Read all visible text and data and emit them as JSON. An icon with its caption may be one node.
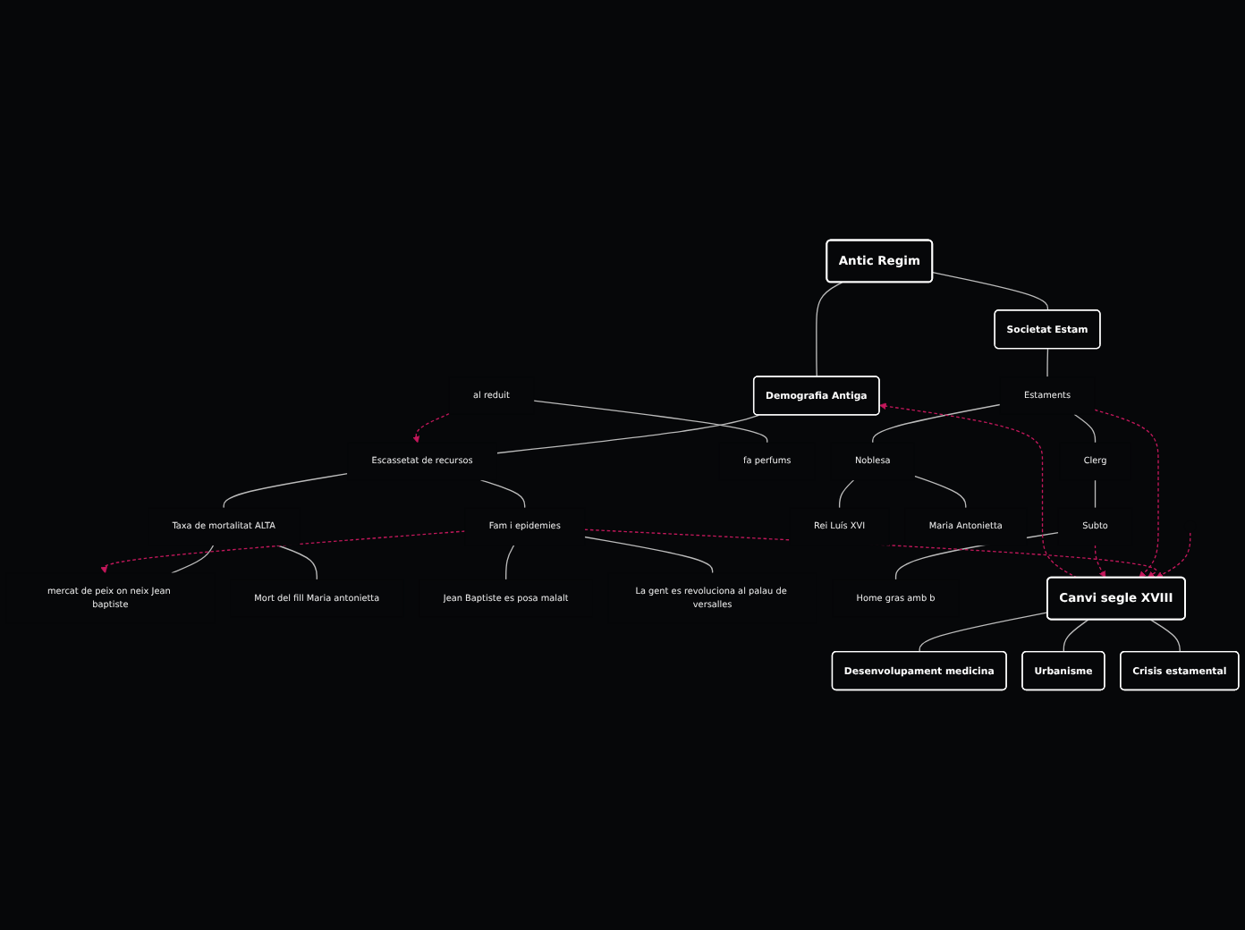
{
  "diagram": {
    "nodes": [
      {
        "text": [
          "Antic Regim"
        ]
      },
      {
        "text": [
          "Demografia Antiga"
        ]
      },
      {
        "text": [
          "Societat Estam"
        ]
      },
      {
        "text": [
          "Escassetat de recursos"
        ]
      },
      {
        "text": [
          "al reduit"
        ]
      },
      {
        "text": [
          "fa perfums"
        ]
      },
      {
        "text": [
          "Taxa de mortalitat ALTA"
        ]
      },
      {
        "text": [
          "Fam i epidemies"
        ]
      },
      {
        "text": [
          "mercat de peix on neix Jean baptiste"
        ]
      },
      {
        "text": [
          "Mort del fill Maria antonietta"
        ]
      },
      {
        "text": [
          "Jean Baptiste es posa malalt"
        ]
      },
      {
        "text": [
          "La gent es revoluciona al palau de versalles"
        ]
      },
      {
        "text": [
          "Estaments"
        ]
      },
      {
        "text": [
          "Noblesa"
        ]
      },
      {
        "text": [
          "Clerg"
        ]
      },
      {
        "text": [
          "Rei Luís XVI"
        ]
      },
      {
        "text": [
          "Maria Antonietta"
        ]
      },
      {
        "text": [
          "Subto"
        ]
      },
      {
        "text": [
          "Home gras amb b"
        ]
      },
      {
        "text": [
          "Canvi segle XVIII"
        ]
      },
      {
        "text": [
          "Desenvolupament medicina"
        ]
      },
      {
        "text": [
          "Urbanisme"
        ]
      },
      {
        "text": [
          "Crisis estamental"
        ]
      }
    ],
    "edges": [
      {
        "from": 0,
        "to": 1,
        "arrow": "none"
      },
      {
        "from": 0,
        "to": 2,
        "arrow": "none"
      },
      {
        "from": 1,
        "to": 3,
        "arrow": "none"
      },
      {
        "from": 4,
        "to": 5,
        "arrow": "none"
      },
      {
        "from": 3,
        "to": 6,
        "arrow": "none"
      },
      {
        "from": 3,
        "to": 7,
        "arrow": "none"
      },
      {
        "from": 6,
        "to": 8,
        "arrow": "none"
      },
      {
        "from": 6,
        "to": 9,
        "arrow": "none"
      },
      {
        "from": 7,
        "to": 10,
        "arrow": "none"
      },
      {
        "from": 7,
        "to": 11,
        "arrow": "none"
      },
      {
        "from": 2,
        "to": 12,
        "arrow": "none"
      },
      {
        "from": 12,
        "to": 13,
        "arrow": "none"
      },
      {
        "from": 12,
        "to": 14,
        "arrow": "none"
      },
      {
        "from": 13,
        "to": 15,
        "arrow": "none"
      },
      {
        "from": 13,
        "to": 16,
        "arrow": "none"
      },
      {
        "from": 14,
        "to": 17,
        "arrow": "none"
      },
      {
        "from": 17,
        "to": 18,
        "arrow": "none"
      },
      {
        "from": 19,
        "to": 20,
        "arrow": "none"
      },
      {
        "from": 19,
        "to": 21,
        "arrow": "none"
      },
      {
        "from": 19,
        "to": 22,
        "arrow": "none"
      },
      {
        "from": null,
        "to": 19,
        "arrow": "to",
        "style": "dashed",
        "color": "#c2185b"
      },
      {
        "from": 4,
        "to": 3,
        "arrow": "to",
        "style": "dashed",
        "color": "#c2185b"
      },
      {
        "from": 19,
        "to": 1,
        "arrow": "to",
        "style": "dashed",
        "color": "#c2185b"
      },
      {
        "from": 7,
        "to": 8,
        "arrow": "to",
        "style": "dashed",
        "color": "#c2185b"
      },
      {
        "from": 7,
        "to": 19,
        "arrow": "to",
        "style": "dashed",
        "color": "#c2185b"
      },
      {
        "from": 12,
        "to": 19,
        "arrow": "to",
        "style": "dashed",
        "color": "#c2185b"
      },
      {
        "from": 17,
        "to": 19,
        "arrow": "to",
        "style": "dashed",
        "color": "#c2185b"
      }
    ]
  }
}
